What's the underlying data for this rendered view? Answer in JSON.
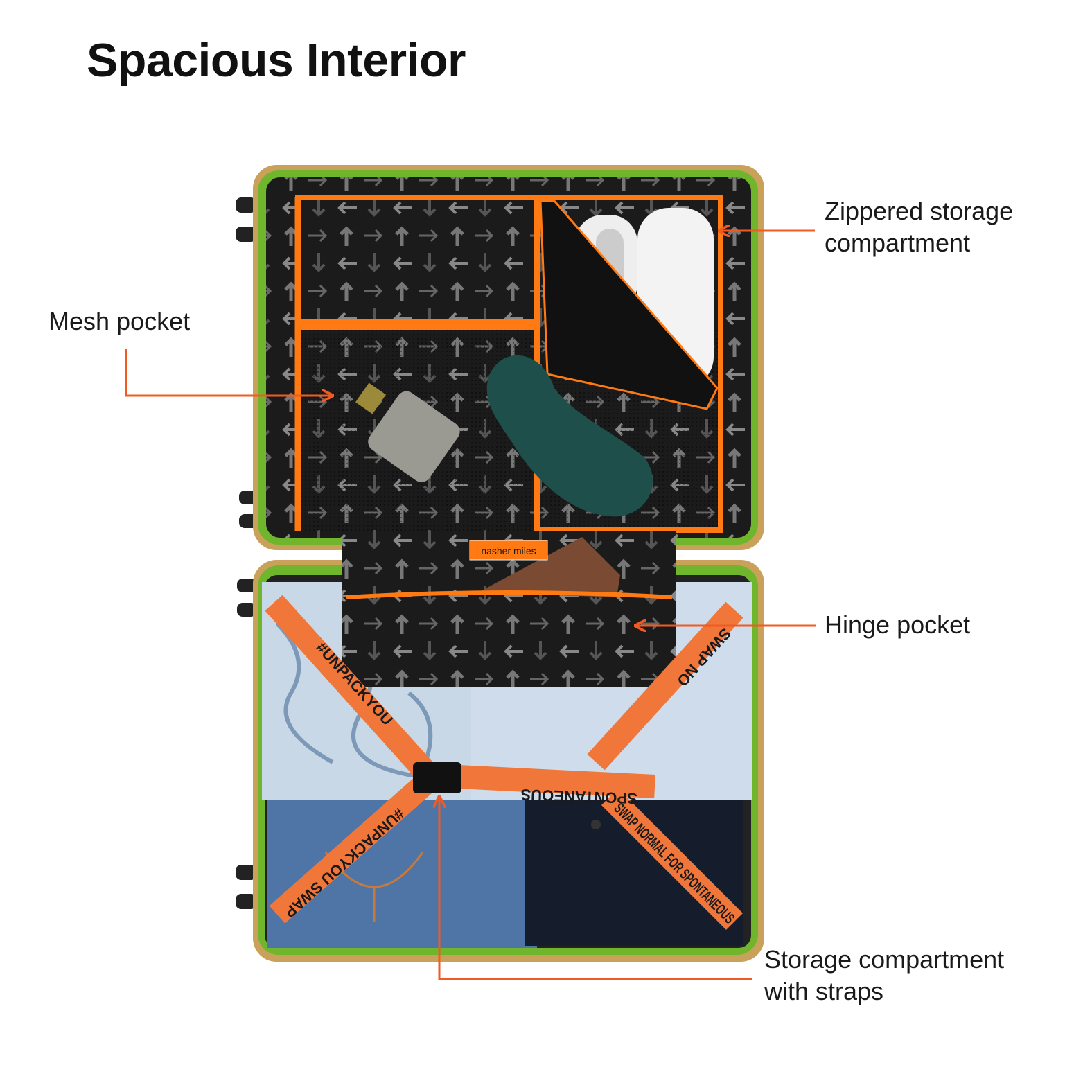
{
  "title": "Spacious Interior",
  "callouts": {
    "zippered": {
      "line1": "Zippered storage",
      "line2": "compartment"
    },
    "mesh": {
      "line1": "Mesh pocket"
    },
    "hinge": {
      "line1": "Hinge pocket"
    },
    "straps": {
      "line1": "Storage compartment",
      "line2": "with straps"
    }
  },
  "product": {
    "brand_tag": "nasher miles",
    "strap_texts": [
      "#UNPACKYOU",
      "SPONTANEOUS",
      "SWAP NORMAL FOR SPONTANEOUS",
      "#UNPACKYOU SWAP",
      "SWAP NO"
    ]
  },
  "colors": {
    "accent": "#f15a22",
    "rim_green": "#6fb62c",
    "shell_tan": "#c9a15a",
    "lining": "#1b1b1b",
    "zipper": "#ff7a12"
  }
}
